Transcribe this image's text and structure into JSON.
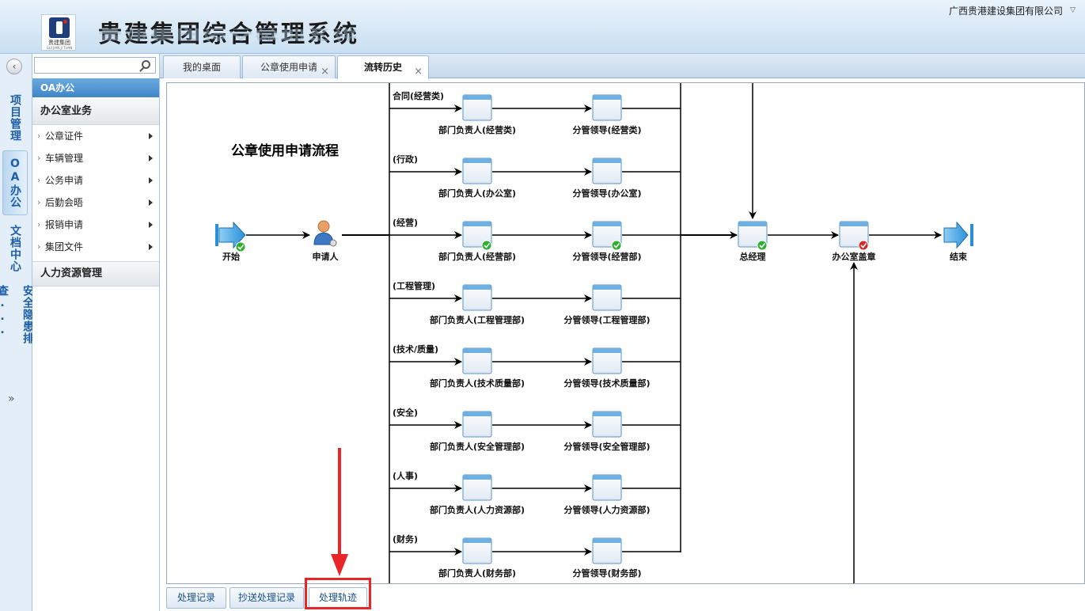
{
  "header": {
    "system_title": "贵建集团综合管理系统",
    "company": "广西贵港建设集团有限公司",
    "logo_text_cn": "贵建集团",
    "logo_text_en": "GUI JIAN JI TUAN"
  },
  "strip": {
    "tabs": [
      "项目管理",
      "OA办公",
      "文档中心",
      "安全隐患排查..."
    ],
    "more": "»"
  },
  "sidebar": {
    "search_placeholder": "",
    "section": "OA办公",
    "group_1": "办公室业务",
    "items": [
      "公章证件",
      "车辆管理",
      "公务申请",
      "后勤会晤",
      "报销申请",
      "集团文件"
    ],
    "group_2": "人力资源管理"
  },
  "tabs": [
    {
      "label": "我的桌面"
    },
    {
      "label": "公章使用申请"
    },
    {
      "label": "流转历史"
    }
  ],
  "flow": {
    "title": "公章使用申请流程",
    "start": "开始",
    "applicant": "申请人",
    "general_manager": "总经理",
    "office_seal": "办公室盖章",
    "end": "结束",
    "branches": [
      {
        "label": "合同(经营类)",
        "dept": "部门负责人(经营类)",
        "leader": "分管领导(经营类)"
      },
      {
        "label": "(行政)",
        "dept": "部门负责人(办公室)",
        "leader": "分管领导(办公室)"
      },
      {
        "label": "(经营)",
        "dept": "部门负责人(经营部)",
        "leader": "分管领导(经营部)"
      },
      {
        "label": "(工程管理)",
        "dept": "部门负责人(工程管理部)",
        "leader": "分管领导(工程管理部)"
      },
      {
        "label": "(技术/质量)",
        "dept": "部门负责人(技术质量部)",
        "leader": "分管领导(技术质量部)"
      },
      {
        "label": "(安全)",
        "dept": "部门负责人(安全管理部)",
        "leader": "分管领导(安全管理部)"
      },
      {
        "label": "(人事)",
        "dept": "部门负责人(人力资源部)",
        "leader": "分管领导(人力资源部)"
      },
      {
        "label": "(财务)",
        "dept": "部门负责人(财务部)",
        "leader": "分管领导(财务部)"
      }
    ]
  },
  "bottom_tabs": [
    {
      "label": "处理记录"
    },
    {
      "label": "抄送处理记录"
    },
    {
      "label": "处理轨迹"
    }
  ],
  "colors": {
    "accent": "#3f86c9",
    "highlight": "#e8262a",
    "check_green": "#2fae2f",
    "reject_red": "#d62b2b"
  }
}
